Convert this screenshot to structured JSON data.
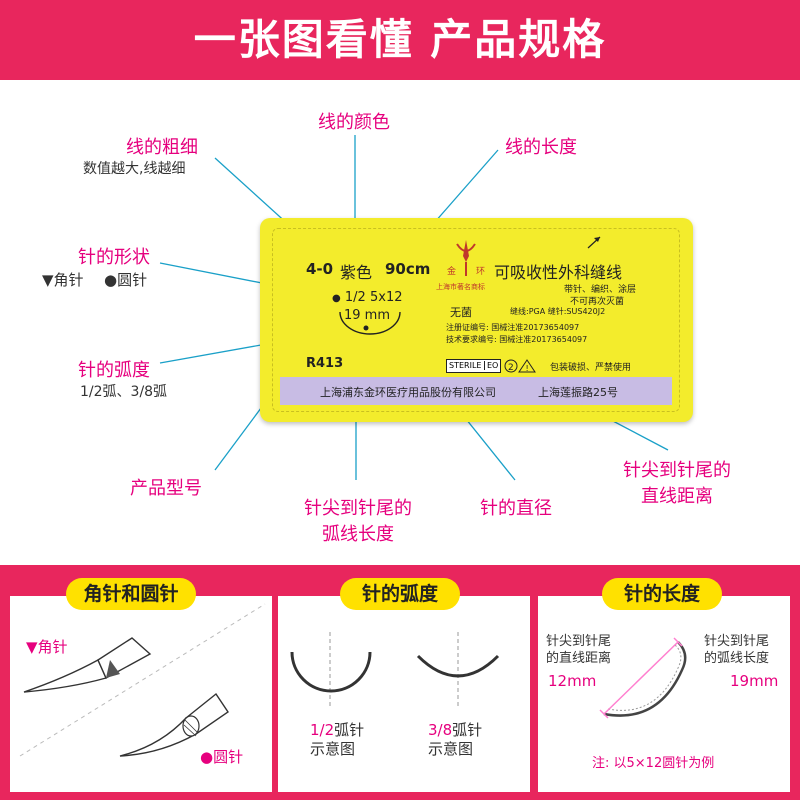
{
  "banner": {
    "title": "一张图看懂 产品规格"
  },
  "callouts": {
    "thickness": {
      "label": "线的粗细",
      "note": "数值越大,线越细"
    },
    "color": {
      "label": "线的颜色"
    },
    "length": {
      "label": "线的长度"
    },
    "needle_shape": {
      "label": "针的形状",
      "legend_cutting": "▼角针",
      "legend_round": "●圆针"
    },
    "needle_curvature": {
      "label": "针的弧度",
      "note": "1/2弧、3/8弧"
    },
    "model": {
      "label": "产品型号"
    },
    "arc_length": {
      "label_line1": "针尖到针尾的",
      "label_line2": "弧线长度"
    },
    "diameter": {
      "label": "针的直径"
    },
    "chord_length": {
      "label_line1": "针尖到针尾的",
      "label_line2": "直线距离"
    }
  },
  "package": {
    "size": "4-0",
    "color": "紫色",
    "length": "90cm",
    "product_name": "可吸收性外科缝线",
    "brand_caption": "上海市著名商标",
    "logo_left": "金",
    "logo_right": "环",
    "features": "带针、编织、涂层",
    "no_resterilize": "不可再次灭菌",
    "sterile": "无菌",
    "material": "缝线:PGA   缝针:SUS420J2",
    "reg_number": "注册证编号: 国械注准20173654097",
    "tech_requirement": "技术要求编号: 国械注准20173654097",
    "curvature": "1/2",
    "needle_size": "5x12",
    "needle_length": "19 mm",
    "model": "R413",
    "sterile_mark": "STERILE",
    "sterile_method": "EO",
    "warning": "包装破损、严禁使用",
    "manufacturer": "上海浦东金环医疗用品股份有限公司",
    "address": "上海莲振路25号"
  },
  "panels": {
    "shape": {
      "title": "角针和圆针",
      "cutting_label": "▼角针",
      "round_label": "●圆针"
    },
    "curvature": {
      "title": "针的弧度",
      "half_value": "1/2",
      "half_suffix": "弧针",
      "half_caption": "示意图",
      "three_eighths_value": "3/8",
      "three_eighths_suffix": "弧针",
      "three_eighths_caption": "示意图"
    },
    "length": {
      "title": "针的长度",
      "chord_line1": "针尖到针尾",
      "chord_line2": "的直线距离",
      "chord_value": "12mm",
      "arc_line1": "针尖到针尾",
      "arc_line2": "的弧线长度",
      "arc_value": "19mm",
      "note": "注: 以5×12圆针为例"
    }
  },
  "colors": {
    "brand_pink": "#e8265d",
    "label_pink": "#e6007e",
    "pill_yellow": "#ffe100",
    "package_yellow": "#f3ec2c",
    "band_lavender": "#c8bce4",
    "connector_blue": "#1aa0c8"
  }
}
